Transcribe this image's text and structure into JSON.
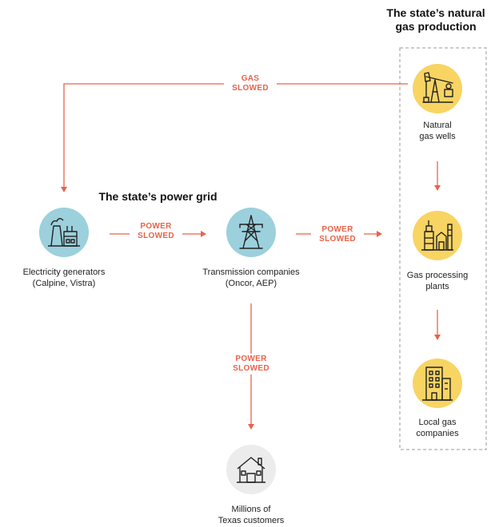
{
  "headings": {
    "gas_production": [
      "The state’s natural",
      "gas production"
    ],
    "power_grid": "The state’s power grid"
  },
  "nodes": {
    "gas_wells": {
      "label": [
        "Natural",
        "gas wells"
      ],
      "icon": "oil-pump-icon"
    },
    "processing": {
      "label": [
        "Gas processing",
        "plants"
      ],
      "icon": "processing-plant-icon"
    },
    "local_gas": {
      "label": [
        "Local gas",
        "companies"
      ],
      "icon": "office-building-icon"
    },
    "generators": {
      "label": [
        "Electricity generators",
        "(Calpine, Vistra)"
      ],
      "icon": "power-plant-icon"
    },
    "transmission": {
      "label": [
        "Transmission companies",
        "(Oncor, AEP)"
      ],
      "icon": "transmission-tower-icon"
    },
    "customers": {
      "label": [
        "Millions of",
        "Texas customers"
      ],
      "icon": "house-icon"
    }
  },
  "edges": {
    "gas_slowed": [
      "GAS",
      "SLOWED"
    ],
    "power_slowed_1": [
      "POWER",
      "SLOWED"
    ],
    "power_slowed_2": [
      "POWER",
      "SLOWED"
    ],
    "power_slowed_3": [
      "POWER",
      "SLOWED"
    ]
  },
  "colors": {
    "accent": "#e8634a",
    "gas_node": "#f8d463",
    "grid_node": "#9bd0dc",
    "customer_node": "#ececec",
    "dashed_border": "#9a9a9a"
  }
}
